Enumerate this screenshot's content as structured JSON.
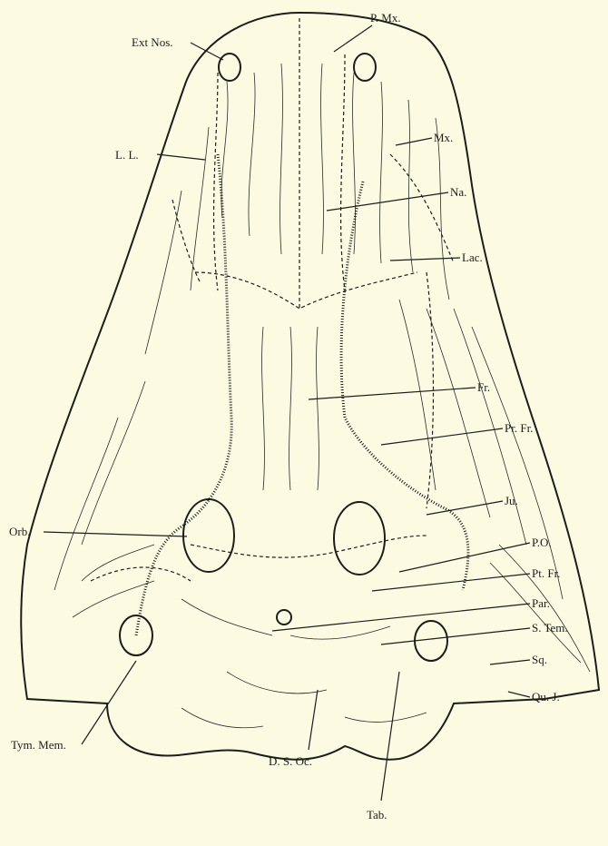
{
  "labels": {
    "ext_nos": "Ext Nos.",
    "p_mx": "P. Mx.",
    "mx": "Mx.",
    "ll": "L. L.",
    "na": "Na.",
    "lac": "Lac.",
    "fr": "Fr.",
    "pr_fr": "Pr. Fr.",
    "ju": "Ju.",
    "orb": "Orb.",
    "po": "P.O.",
    "pt_fr": "Pt. Fr.",
    "par": "Par.",
    "s_tem": "S. Tem.",
    "sq": "Sq.",
    "qu_j": "Qu. J.",
    "tym_mem": "Tym. Mem.",
    "ds_oc": "D. S. Oc.",
    "tab": "Tab."
  },
  "colors": {
    "paper": "#fbfbe2",
    "ink": "#1d1d1d"
  }
}
